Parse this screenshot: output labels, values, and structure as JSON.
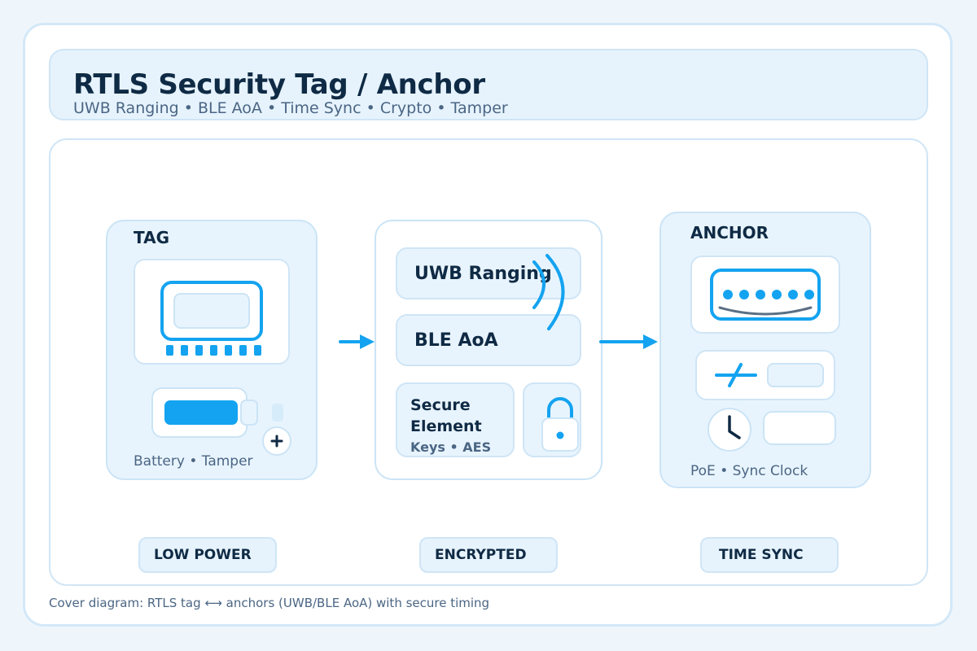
{
  "header": {
    "title": "RTLS Security Tag / Anchor",
    "subtitle": "UWB Ranging • BLE AoA • Time Sync • Crypto • Tamper"
  },
  "tag": {
    "title": "TAG",
    "footer": "Battery • Tamper"
  },
  "comms": {
    "uwb_label": "UWB Ranging",
    "ble_label": "BLE AoA",
    "secure_line1": "Secure",
    "secure_line2": "Element",
    "secure_sub": "Keys • AES"
  },
  "anchor": {
    "title": "ANCHOR",
    "footer": "PoE • Sync Clock"
  },
  "badges": {
    "low_power": "LOW POWER",
    "encrypted": "ENCRYPTED",
    "time_sync": "TIME SYNC"
  },
  "caption": "Cover diagram: RTLS tag ⟷ anchors (UWB/BLE AoA) with secure timing",
  "colors": {
    "accent": "#14a3f0",
    "panel": "#e8f4fd",
    "border": "#cbe4f6",
    "text": "#0f2a44",
    "muted": "#4b6684"
  }
}
